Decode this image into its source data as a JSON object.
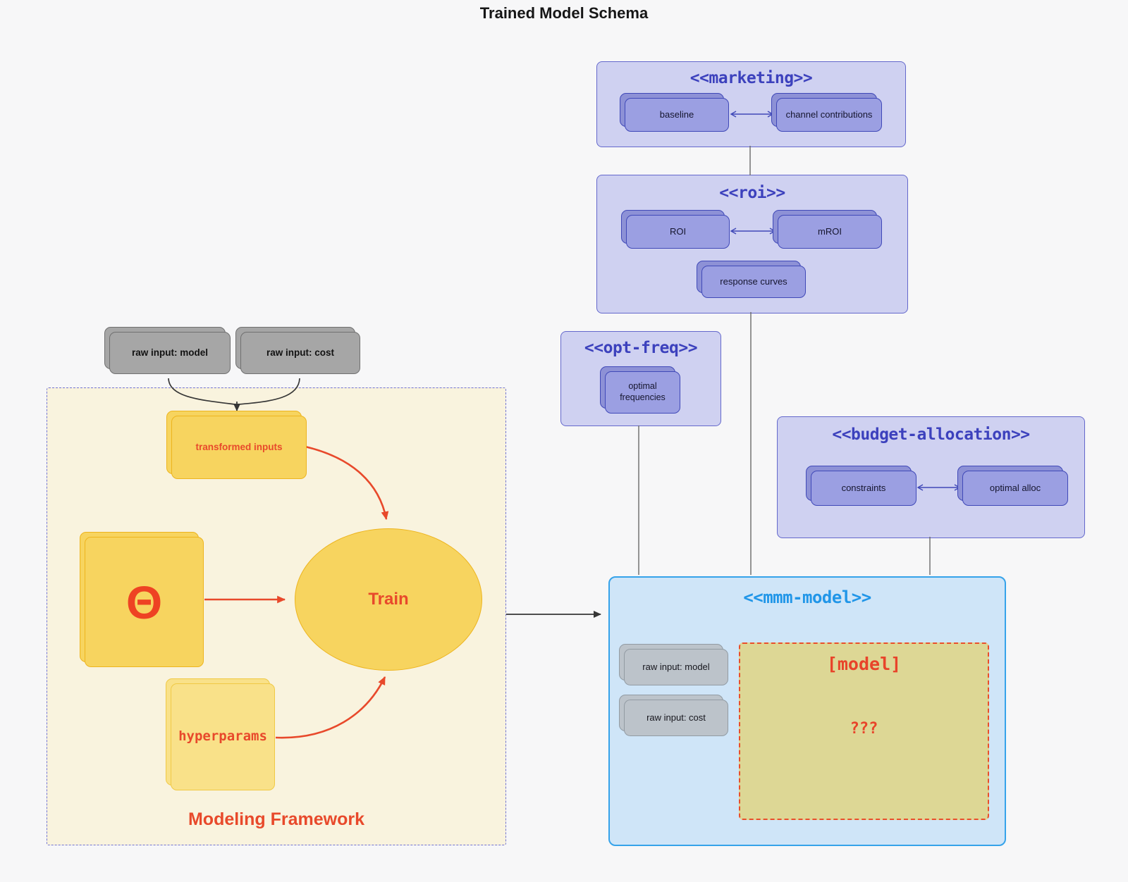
{
  "title": "Trained Model Schema",
  "packages": {
    "marketing": {
      "title": "<<marketing>>",
      "items": [
        "baseline",
        "channel contributions"
      ]
    },
    "roi": {
      "title": "<<roi>>",
      "items": [
        "ROI",
        "mROI",
        "response curves"
      ]
    },
    "opt_freq": {
      "title": "<<opt-freq>>",
      "items": [
        "optimal frequencies"
      ]
    },
    "budget_allocation": {
      "title": "<<budget-allocation>>",
      "items": [
        "constraints",
        "optimal alloc"
      ]
    },
    "mmm_model": {
      "title": "<<mmm-model>>",
      "items": [
        "raw input: model",
        "raw input: cost"
      ],
      "model_box": {
        "label": "[model]",
        "value": "???"
      }
    }
  },
  "framework": {
    "label": "Modeling Framework",
    "transformed_inputs": "transformed inputs",
    "theta": "Θ",
    "train": "Train",
    "hyperparams": "hyperparams"
  },
  "raw_inputs": [
    "raw input: model",
    "raw input: cost"
  ],
  "colors": {
    "accent_red": "#E8492B",
    "gold_fill": "#F7D45F",
    "gold_border": "#EDB41E",
    "light_gold_fill": "#F9E189",
    "lavender_fill": "#CFD1F1",
    "indigo_border": "#4049B8",
    "indigo_title": "#3C41BD",
    "blue_fill": "#CFE5F8",
    "blue_border": "#36A3EA",
    "blue_title": "#2196E8",
    "khaki_fill": "#DDD795",
    "gray_node_fill": "#A6A6A6",
    "gray_light_node_fill": "#BCC3CA",
    "beige_fill": "#F9F3DE",
    "page_bg": "#F7F7F8"
  }
}
